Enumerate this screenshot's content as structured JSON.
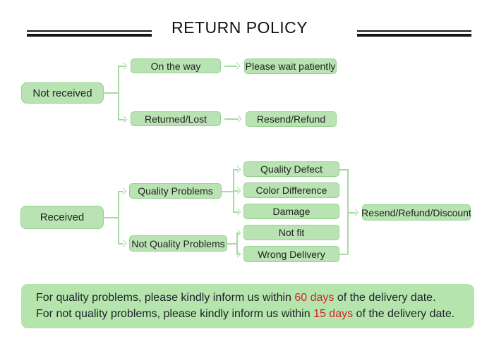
{
  "header": {
    "title": "RETURN POLICY"
  },
  "flow1": {
    "root": "Not received",
    "branches": [
      {
        "label": "On the way",
        "result": "Please wait patiently"
      },
      {
        "label": "Returned/Lost",
        "result": "Resend/Refund"
      }
    ]
  },
  "flow2": {
    "root": "Received",
    "branches": [
      {
        "label": "Quality Problems",
        "children": [
          "Quality Defect",
          "Color Difference",
          "Damage"
        ]
      },
      {
        "label": "Not Quality Problems",
        "children": [
          "Not fit",
          "Wrong Delivery"
        ]
      }
    ],
    "result": "Resend/Refund/Discount"
  },
  "note": {
    "lines": [
      {
        "prefix": "For quality problems, please kindly inform us within ",
        "highlight": "60 days",
        "suffix": " of the delivery date."
      },
      {
        "prefix": "For not quality problems, please kindly inform us within ",
        "highlight": "15 days",
        "suffix": " of the delivery date."
      }
    ]
  },
  "colors": {
    "node_fill": "#b9e3b2",
    "node_border": "#96d190",
    "connector": "#a7daa1",
    "note_fill": "#b5e4ad",
    "text": "#222222",
    "highlight_red": "#cf2626",
    "title_rule": "#161616"
  }
}
